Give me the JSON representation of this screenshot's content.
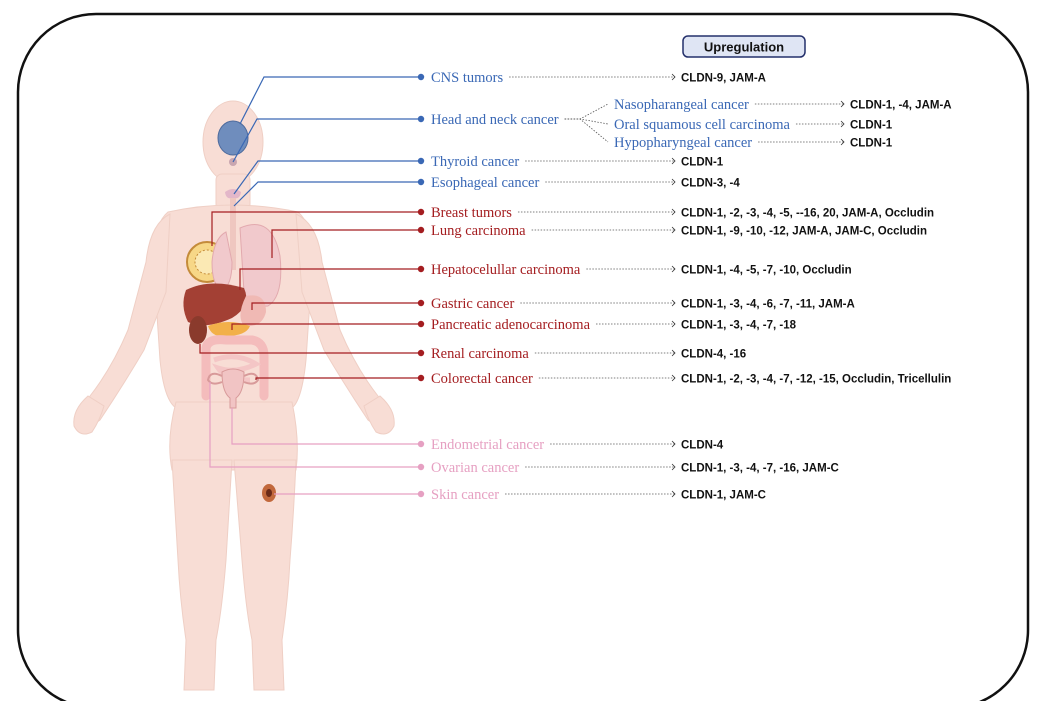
{
  "header": {
    "upregulation_label": "Upregulation"
  },
  "colors": {
    "blue": "#3a68b5",
    "red": "#a41d20",
    "pink": "#e6a0c2",
    "body": "#f8ddd5",
    "frame": "#111111",
    "legend_fill": "#dfe5f4",
    "legend_stroke": "#24306b"
  },
  "cancers": [
    {
      "id": "cns",
      "name": "CNS tumors",
      "group": "blue",
      "markers": "CLDN-9, JAM-A",
      "organ": "brain-icon"
    },
    {
      "id": "head-neck",
      "name": "Head and neck cancer",
      "group": "blue",
      "markers": "",
      "organ": "mouth-icon",
      "subtypes": [
        {
          "name": "Nasopharangeal cancer",
          "markers": "CLDN-1, -4, JAM-A"
        },
        {
          "name": "Oral squamous cell carcinoma",
          "markers": "CLDN-1"
        },
        {
          "name": "Hypopharyngeal cancer",
          "markers": "CLDN-1"
        }
      ]
    },
    {
      "id": "thyroid",
      "name": "Thyroid cancer",
      "group": "blue",
      "markers": "CLDN-1",
      "organ": "thyroid-icon"
    },
    {
      "id": "esophageal",
      "name": "Esophageal cancer",
      "group": "blue",
      "markers": "CLDN-3, -4",
      "organ": "esophagus-icon"
    },
    {
      "id": "breast",
      "name": "Breast tumors",
      "group": "red",
      "markers": "CLDN-1, -2, -3, -4, -5, --16, 20, JAM-A, Occludin",
      "organ": "breast-icon"
    },
    {
      "id": "lung",
      "name": "Lung carcinoma",
      "group": "red",
      "markers": "CLDN-1, -9, -10, -12, JAM-A, JAM-C,  Occludin",
      "organ": "lung-icon"
    },
    {
      "id": "liver",
      "name": "Hepatocelullar carcinoma",
      "group": "red",
      "markers": "CLDN-1, -4, -5, -7, -10, Occludin",
      "organ": "liver-icon"
    },
    {
      "id": "gastric",
      "name": "Gastric cancer",
      "group": "red",
      "markers": "CLDN-1, -3, -4, -6, -7, -11,  JAM-A",
      "organ": "stomach-icon"
    },
    {
      "id": "pancreatic",
      "name": "Pancreatic adenocarcinoma",
      "group": "red",
      "markers": "CLDN-1, -3, -4, -7, -18",
      "organ": "pancreas-icon"
    },
    {
      "id": "renal",
      "name": "Renal carcinoma",
      "group": "red",
      "markers": "CLDN-4, -16",
      "organ": "kidney-icon"
    },
    {
      "id": "colorectal",
      "name": "Colorectal cancer",
      "group": "red",
      "markers": "CLDN-1, -2, -3, -4, -7, -12, -15, Occludin, Tricellulin",
      "organ": "colon-icon"
    },
    {
      "id": "endometrial",
      "name": "Endometrial cancer",
      "group": "pink",
      "markers": "CLDN-4",
      "organ": "uterus-icon"
    },
    {
      "id": "ovarian",
      "name": "Ovarian cancer",
      "group": "pink",
      "markers": "CLDN-1, -3, -4, -7, -16,  JAM-C",
      "organ": "ovary-icon"
    },
    {
      "id": "skin",
      "name": "Skin cancer",
      "group": "pink",
      "markers": "CLDN-1, JAM-C",
      "organ": "skin-lesion-icon"
    }
  ]
}
